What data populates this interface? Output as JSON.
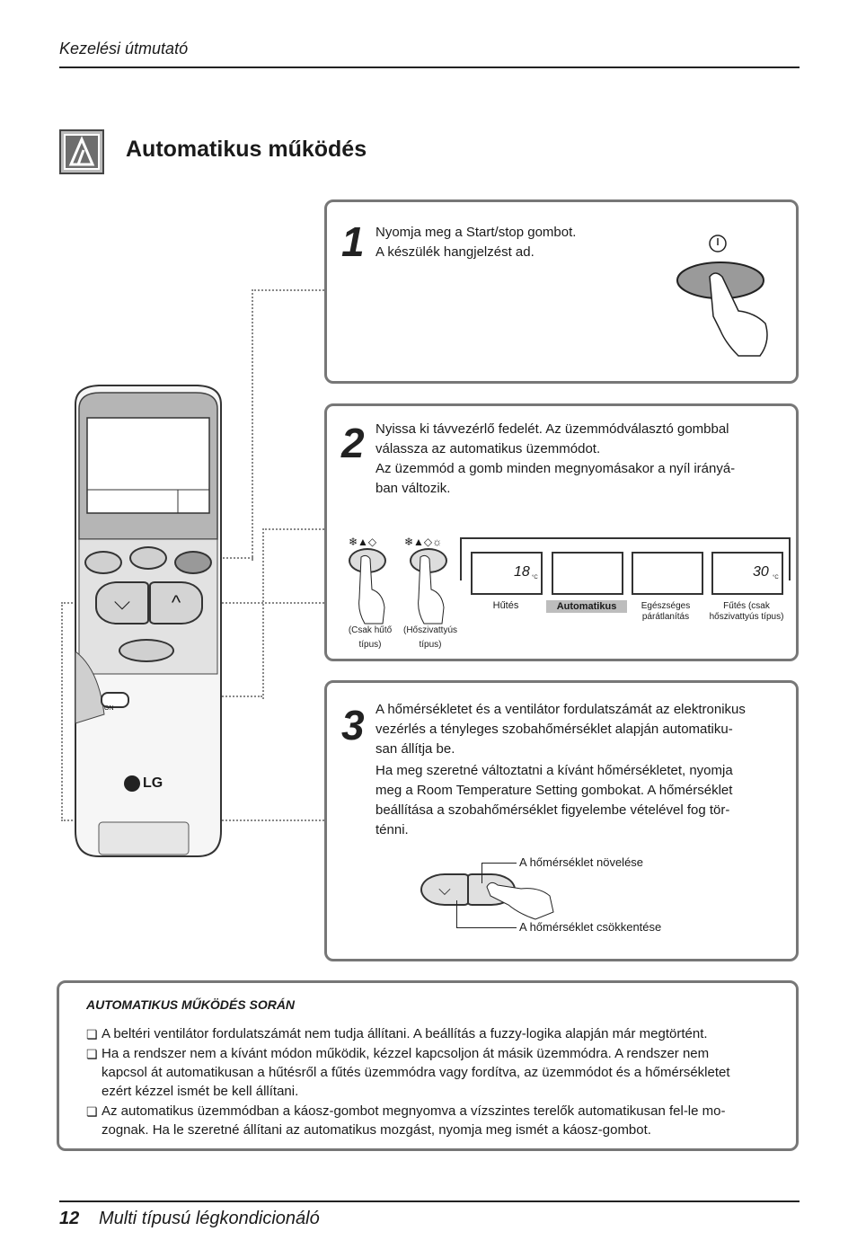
{
  "header": {
    "title": "Kezelési útmutató"
  },
  "section": {
    "title": "Automatikus működés",
    "icon": "auto-mode-icon"
  },
  "step1": {
    "number": "1",
    "line1": "Nyomja meg a Start/stop gombot.",
    "line2": "A készülék hangjelzést ad."
  },
  "step2": {
    "number": "2",
    "line1": "Nyissa ki távvezérlő fedelét. Az üzemmódválasztó gombbal",
    "line2": "válassza az automatikus üzemmódot.",
    "line3": "Az üzemmód a gomb minden megnyomásakor a nyíl irányá-",
    "line4": "ban változik.",
    "button_labels": [
      "(Csak hűtő",
      "típus)",
      "(Hőszivattyús",
      "típus)"
    ],
    "modes": [
      {
        "label": "Hűtés",
        "temp": "18",
        "unit": "°C"
      },
      {
        "label": "Automatikus",
        "temp": "",
        "unit": ""
      },
      {
        "label": "Egészséges",
        "label2": "párátlanítás",
        "temp": "",
        "unit": ""
      },
      {
        "label": "Fűtés (csak",
        "label2": "hőszivattyús típus)",
        "temp": "30",
        "unit": "°C"
      }
    ]
  },
  "step3": {
    "number": "3",
    "lines": [
      "A hőmérsékletet és a ventilátor fordulatszámát az elektronikus",
      "vezérlés a tényleges szobahőmérséklet alapján automatiku-",
      "san állítja be.",
      "Ha meg szeretné változtatni a kívánt hőmérsékletet, nyomja",
      "meg a Room Temperature Setting gombokat. A hőmérséklet",
      "beállítása a szobahőmérséklet figyelembe vételével fog tör-",
      "ténni."
    ],
    "increase_label": "A hőmérséklet növelése",
    "decrease_label": "A hőmérséklet csökkentése"
  },
  "remote": {
    "brand": "LG",
    "on_label": "ON"
  },
  "notes": {
    "title": "AUTOMATIKUS MŰKÖDÉS SORÁN",
    "items": [
      {
        "line1": "A beltéri ventilátor fordulatszámát nem tudja állítani. A beállítás a fuzzy-logika alapján már megtörtént."
      },
      {
        "line1": "Ha a rendszer nem a kívánt módon működik, kézzel kapcsoljon át másik üzemmódra. A rendszer nem",
        "line2": "kapcsol át automatikusan a hűtésről a fűtés üzemmódra vagy fordítva, az üzemmódot és a hőmérsékletet",
        "line3": "ezért kézzel ismét be kell állítani."
      },
      {
        "line1": "Az automatikus üzemmódban a káosz-gombot megnyomva a vízszintes terelők automatikusan fel-le mo-",
        "line2": "zognak. Ha le szeretné állítani az automatikus mozgást, nyomja meg ismét a káosz-gombot."
      }
    ]
  },
  "footer": {
    "page_number": "12",
    "title": "Multi típusú légkondicionáló"
  }
}
